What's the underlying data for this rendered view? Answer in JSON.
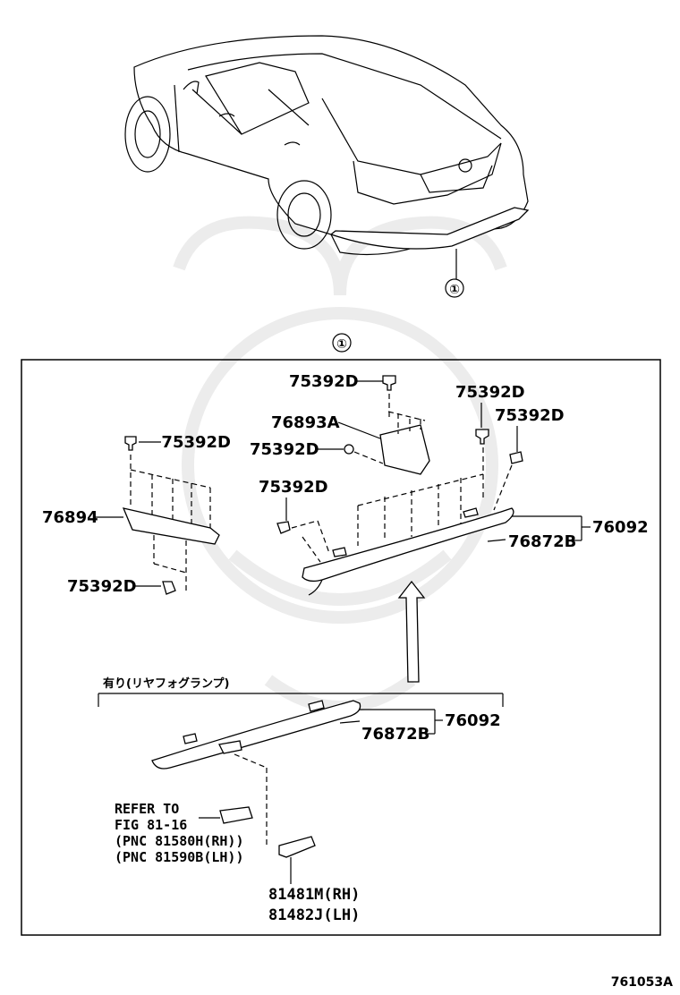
{
  "diagram": {
    "callout_symbol": "①",
    "parts": {
      "clip_75392d": "75392D",
      "cover_76893a": "76893A",
      "cover_76894": "76894",
      "spoiler_assy": "76092",
      "spoiler_sub": "76872B"
    },
    "variant_label": "有り(リヤフォグランプ)",
    "refer": {
      "line1": "REFER TO",
      "line2": "FIG 81-16",
      "line3": "(PNC 81580H(RH))",
      "line4": "(PNC 81590B(LH))"
    },
    "lamp_parts": {
      "rh": "81481M(RH)",
      "lh": "81482J(LH)"
    },
    "figure_id": "761053A"
  }
}
